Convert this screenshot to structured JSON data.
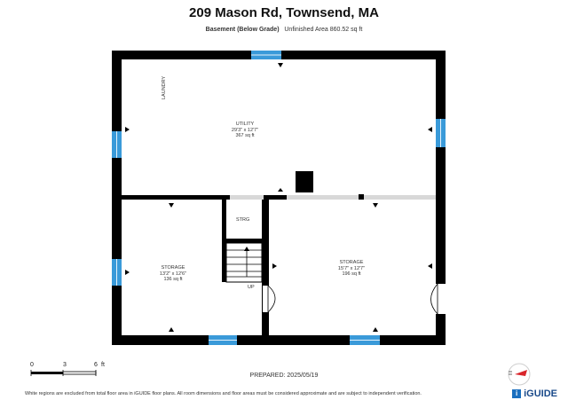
{
  "header": {
    "title": "209 Mason Rd, Townsend, MA",
    "level": "Basement (Below Grade)",
    "area_text": "Unfinished Area 860.52 sq ft"
  },
  "rooms": [
    {
      "id": "utility",
      "name": "UTILITY",
      "dims": "29'3\" x 12'7\"",
      "area": "367 sq ft"
    },
    {
      "id": "storage-left",
      "name": "STORAGE",
      "dims": "13'2\" x 12'6\"",
      "area": "136 sq ft"
    },
    {
      "id": "storage-right",
      "name": "STORAGE",
      "dims": "15'7\" x 12'7\"",
      "area": "196 sq ft"
    }
  ],
  "labels": {
    "laundry": "LAUNDRY",
    "strg": "STRG",
    "up": "UP"
  },
  "scale": {
    "marks": [
      "0",
      "3",
      "6"
    ],
    "unit": "ft"
  },
  "prepared": "PREPARED: 2025/05/19",
  "footer": "White regions are excluded from total floor area in iGUIDE floor plans. All room dimensions and floor areas must be considered approximate and are subject to independent verification.",
  "brand": {
    "mark": "i",
    "name": "iGUIDE"
  },
  "colors": {
    "wall": "#000000",
    "window": "#3a9ad9",
    "opening": "#d8d8d8"
  }
}
